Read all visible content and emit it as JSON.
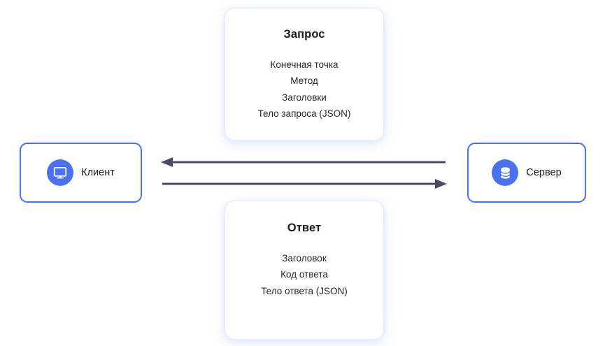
{
  "diagram": {
    "title_semantic": "client-server-request-response-flow",
    "background_color": "#ffffff",
    "accent_color": "#4a6ef5",
    "badge_color": "#4a72f0",
    "arrow_color": "#4a4a66",
    "text_color": "#27272c"
  },
  "request_card": {
    "title": "Запрос",
    "items": [
      "Конечная точка",
      "Метод",
      "Заголовки",
      "Тело запроса (JSON)"
    ]
  },
  "response_card": {
    "title": "Ответ",
    "items": [
      "Заголовок",
      "Код ответа",
      "Тело ответа (JSON)"
    ]
  },
  "client_node": {
    "label": "Клиент",
    "icon": "monitor-icon"
  },
  "server_node": {
    "label": "Сервер",
    "icon": "database-icon"
  },
  "arrows": [
    {
      "name": "response-arrow",
      "direction": "left",
      "from": "server",
      "to": "client"
    },
    {
      "name": "request-arrow",
      "direction": "right",
      "from": "client",
      "to": "server"
    }
  ]
}
